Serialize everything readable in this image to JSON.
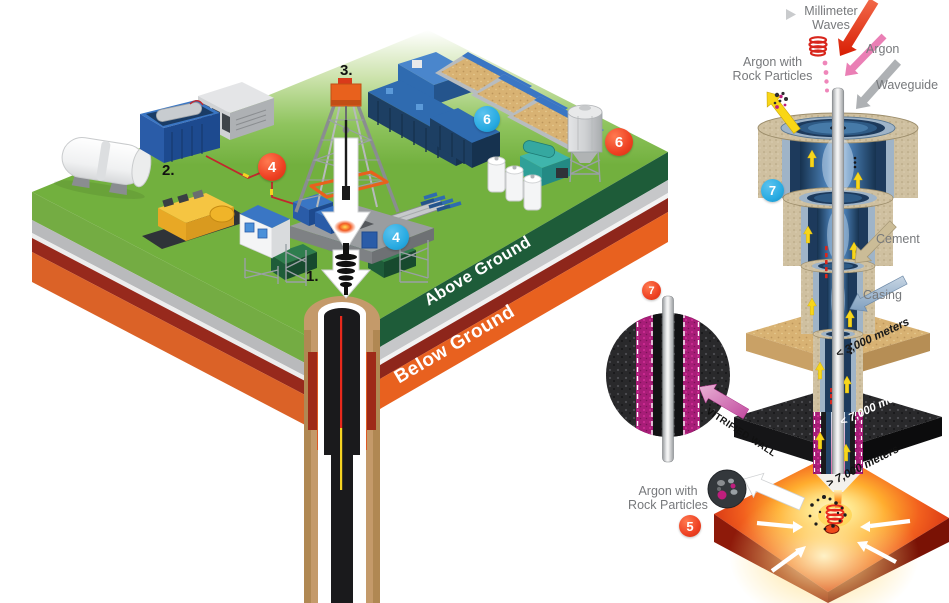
{
  "figure": {
    "description": "Millimeter-wave deep geothermal drilling diagram",
    "left_section": "Surface drilling site (above/below ground cutaway)",
    "right_section": "Downhole borehole detail"
  },
  "colors": {
    "badge_red": "#ee4123",
    "badge_blue": "#29abe2",
    "platform_green": "#74b23e",
    "above_ground_green": "#1e5c39",
    "below_ground_orange": "#e8611f",
    "soil_tan": "#c49a6a",
    "cement_tan": "#cfc0a0",
    "casing_steel": "#9fb4c8",
    "casing_navy": "#1d3a5c",
    "vitrified_magenta": "#bf1e7d",
    "mmwave_red": "#e8291c",
    "argon_pink": "#ef86ba",
    "waveguide_gray": "#b6b8ba",
    "argon_yellow": "#f7d61b",
    "hot_rock_red": "#e2441a",
    "sandstone": "#d8b273"
  },
  "site": {
    "above_ground": "Above Ground",
    "below_ground": "Below Ground",
    "steps": {
      "wellhead": "1.",
      "gyrotron_container": "2.",
      "derrick_top": "3."
    },
    "badges": {
      "power_line": "4",
      "rig_floor": "4",
      "equipment_containers": "6",
      "storage_silo": "6"
    }
  },
  "detail": {
    "labels": {
      "millimeter_waves_line1": "Millimeter",
      "millimeter_waves_line2": "Waves",
      "argon": "Argon",
      "waveguide": "Waveguide",
      "argon_rock_top_line1": "Argon with",
      "argon_rock_top_line2": "Rock Particles",
      "cement": "Cement",
      "casing": "Casing",
      "depth_shallow": "< 3,000 meters",
      "depth_mid": "< 7,000 meters",
      "depth_deep": "> 7,000 meters",
      "vitrified_wall": "VITRIFIED WALL",
      "argon_rock_bottom_line1": "Argon with",
      "argon_rock_bottom_line2": "Rock Particles"
    },
    "badges": {
      "casing_stack": "7",
      "vitrified_inset": "7",
      "drilling_zone": "5"
    }
  },
  "icons": {
    "millimeter-wave-coil-icon": "red concentric ellipse coil",
    "argon-dots-icon": "pink dot column",
    "rock-particles-icon": "black and magenta dot cluster",
    "red-arrow-icon": "red diagonal arrow",
    "pink-arrow-icon": "pink diagonal arrow",
    "gray-arrow-icon": "gray diagonal arrow",
    "yellow-arrow-icon": "yellow up-left arrow",
    "cement-arrow-icon": "tan diagonal arrow",
    "casing-arrow-icon": "steel-blue diagonal arrow",
    "magenta-arrow-icon": "magenta arrow into vitrified inset",
    "white-arrow-icon": "white flow arrows",
    "triangle-pointer-icon": "small gray right-pointing triangle"
  }
}
